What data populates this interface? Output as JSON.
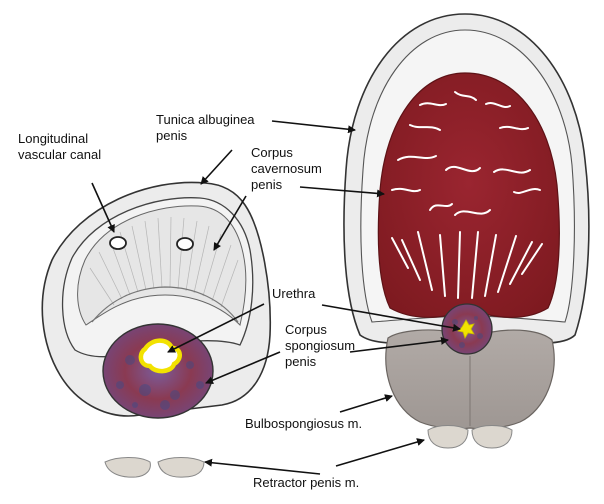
{
  "labels": {
    "longitudinal_canal": "Longitudinal\nvascular canal",
    "tunica": "Tunica albuginea\npenis",
    "corpus_cavernosum": "Corpus\ncavernosum\npenis",
    "urethra": "Urethra",
    "corpus_spongiosum": "Corpus\nspongiosum\npenis",
    "bulbospongiosus": "Bulbospongiosus m.",
    "retractor": "Retractor penis m."
  },
  "colors": {
    "outer_skin": "#e8e8e8",
    "tunica_outline": "#555555",
    "cavernosum_left": "#e4e4e4",
    "cavernosum_right": "#8c1d22",
    "spongiosum": "#6b4a8a",
    "urethra_ring": "#f2e200",
    "muscle": "#a9a29e",
    "retractor": "#dcd7cf"
  }
}
